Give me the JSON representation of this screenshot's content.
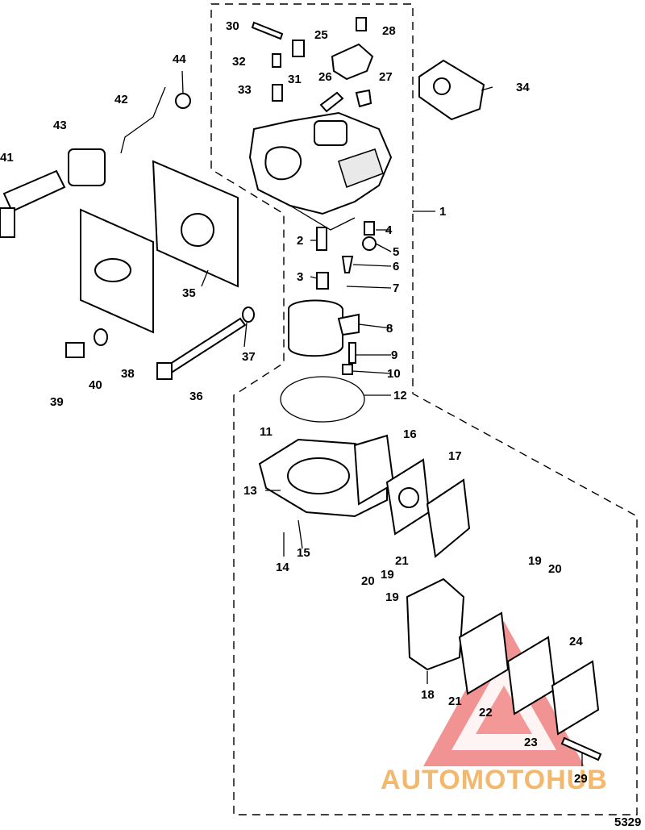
{
  "diagram": {
    "labels": [
      "1",
      "2",
      "3",
      "4",
      "5",
      "6",
      "7",
      "8",
      "9",
      "10",
      "11",
      "12",
      "13",
      "14",
      "15",
      "16",
      "17",
      "18",
      "19",
      "19",
      "19",
      "20",
      "20",
      "21",
      "21",
      "22",
      "23",
      "24",
      "25",
      "26",
      "27",
      "28",
      "29",
      "30",
      "31",
      "32",
      "33",
      "34",
      "35",
      "36",
      "37",
      "38",
      "39",
      "40",
      "41",
      "42",
      "43",
      "44"
    ],
    "figure_number": "5329",
    "watermark": "AUTOMOTOHUB",
    "colors": {
      "line": "#000000",
      "watermark_orange": "#f3b86b",
      "watermark_red": "#ee6f6f"
    }
  }
}
